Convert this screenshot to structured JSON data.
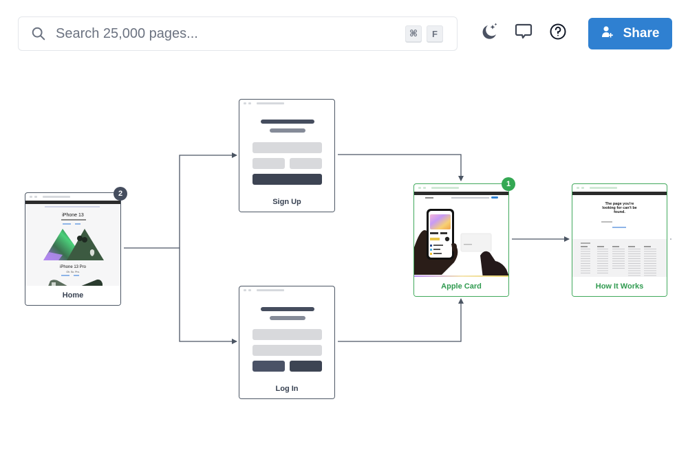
{
  "topbar": {
    "search": {
      "placeholder": "Search 25,000 pages...",
      "value": "",
      "shortcut_keys": [
        "⌘",
        "F"
      ]
    },
    "icons": [
      "dark-mode-moon-icon",
      "feedback-chat-icon",
      "help-question-icon"
    ],
    "share_button": {
      "label": "Share",
      "icon": "add-user-icon",
      "color": "#2f80d1"
    }
  },
  "diagram": {
    "nodes": [
      {
        "id": "home",
        "label": "Home",
        "badge": "2",
        "badge_color": "#454d5e",
        "border": "#4b5563",
        "preview": {
          "headline": "iPhone 13",
          "subheadline": "iPhone 13 Pro",
          "tagline": "Oh. So. Pro."
        }
      },
      {
        "id": "signup",
        "label": "Sign Up",
        "border": "#4b5563",
        "preview": "form-wireframe"
      },
      {
        "id": "login",
        "label": "Log In",
        "border": "#4b5563",
        "preview": "form-wireframe"
      },
      {
        "id": "apple-card",
        "label": "Apple Card",
        "badge": "1",
        "badge_color": "#34a853",
        "border": "#3fa85a",
        "preview": "apple-card-page"
      },
      {
        "id": "how-it-works",
        "label": "How It Works",
        "border": "#3fa85a",
        "preview": {
          "headline": "The page you're looking for can't be found."
        }
      }
    ],
    "edges": [
      {
        "from": "home",
        "to": "signup"
      },
      {
        "from": "home",
        "to": "login"
      },
      {
        "from": "signup",
        "to": "apple-card"
      },
      {
        "from": "login",
        "to": "apple-card"
      },
      {
        "from": "apple-card",
        "to": "how-it-works"
      }
    ],
    "colors": {
      "edge": "#4b5563",
      "success": "#34a853",
      "label_green": "#2f9a4f"
    }
  }
}
